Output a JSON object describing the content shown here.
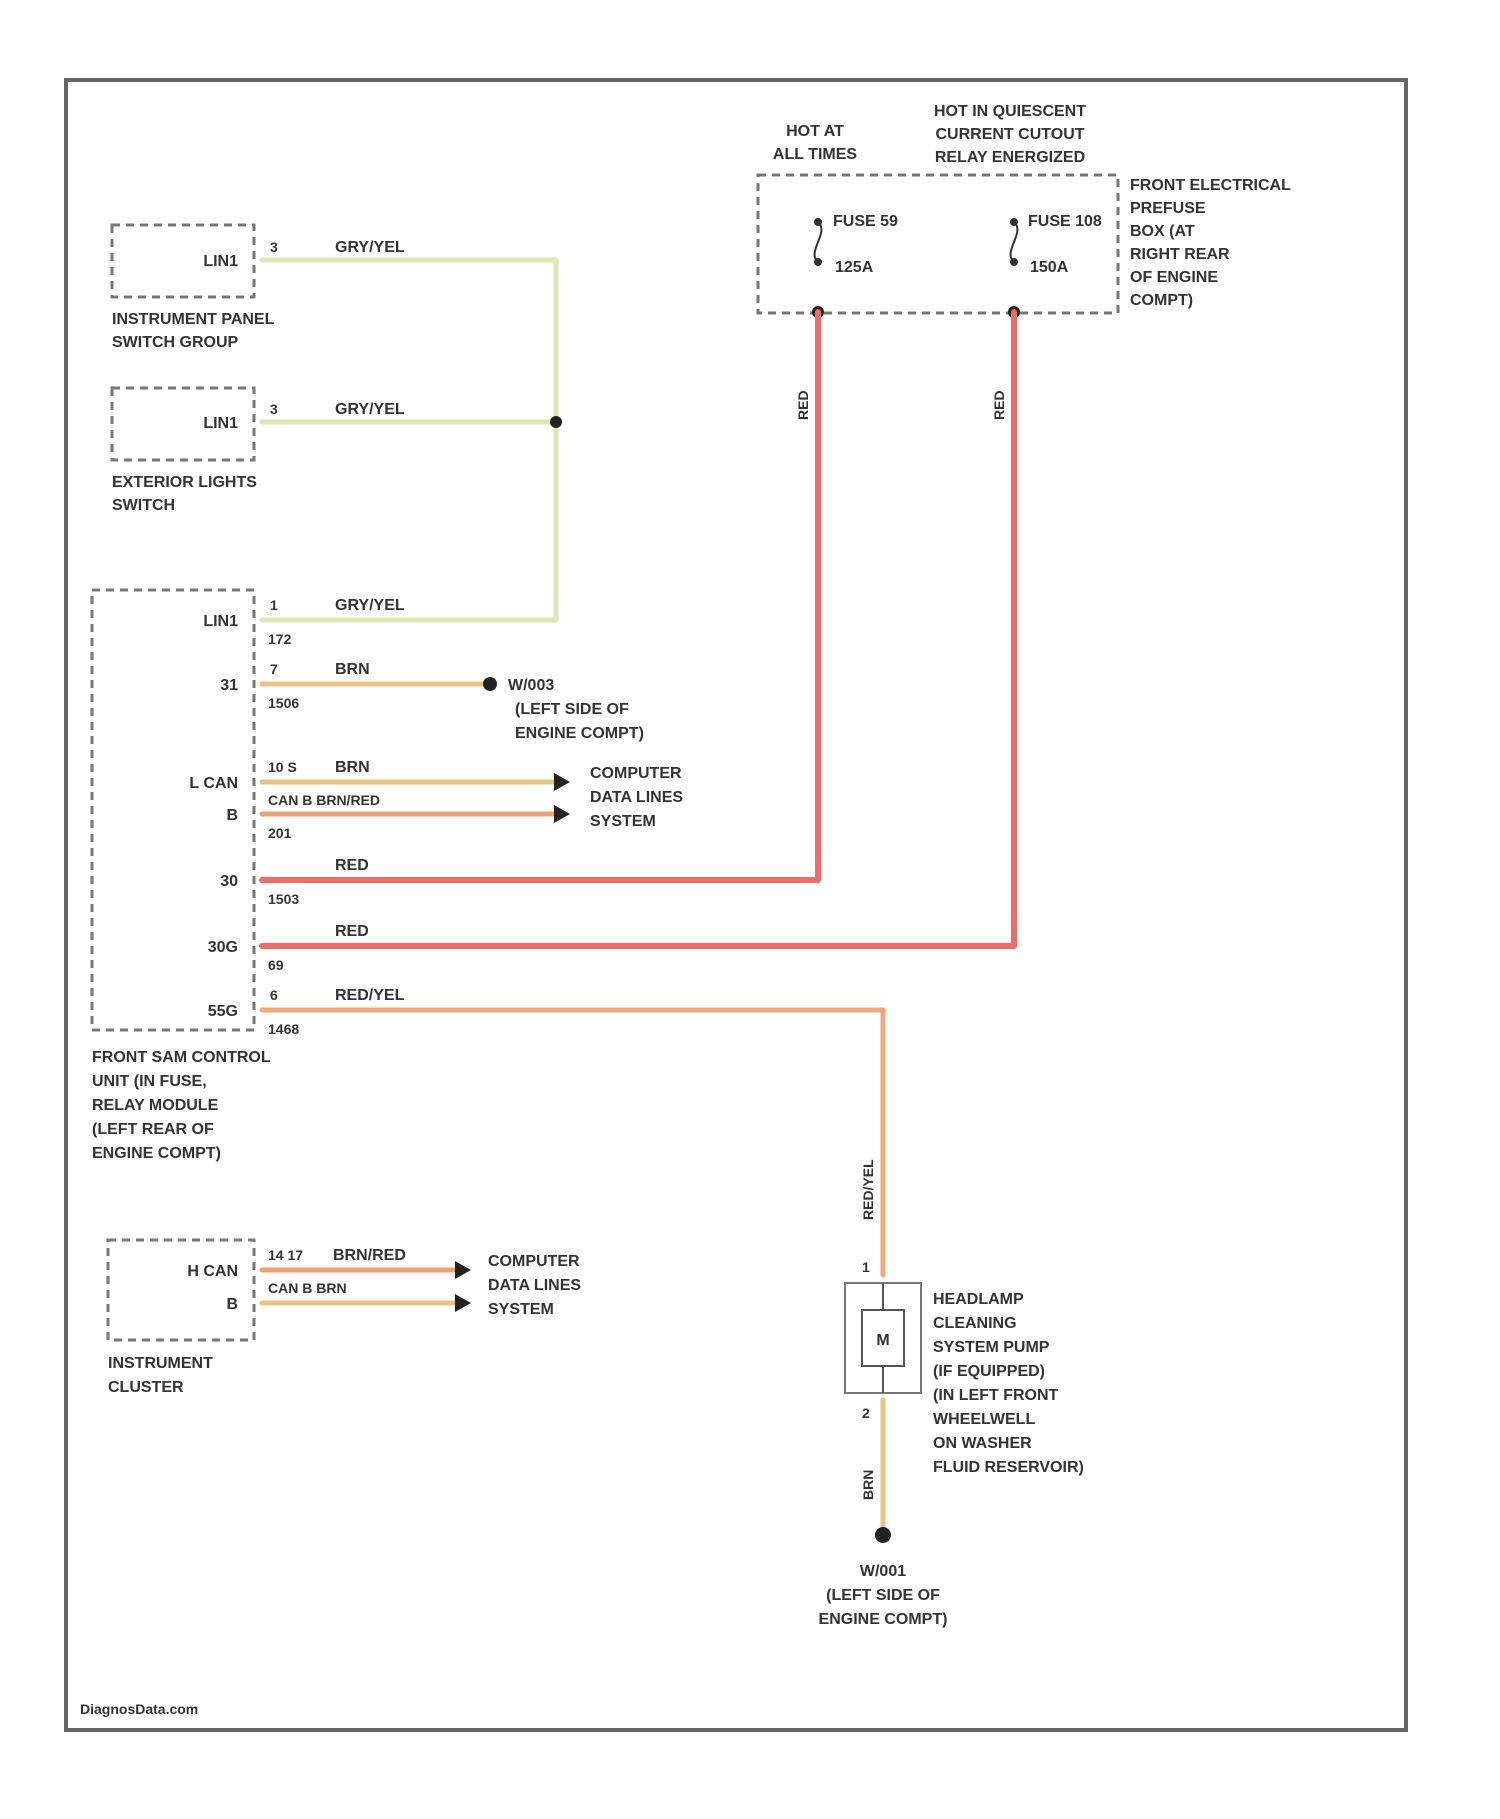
{
  "colors": {
    "gry_yel": "#dfe6b0",
    "brn": "#e8c47c",
    "brn_red": "#f0a070",
    "red": "#f26a6a",
    "red_yel": "#f4a878",
    "wire_shadow": "#c9a15a",
    "border": "#666666",
    "text": "#333333"
  },
  "power": {
    "hot_at_all_times": [
      "HOT AT",
      "ALL TIMES"
    ],
    "hot_in_quiescent": [
      "HOT IN QUIESCENT",
      "CURRENT CUTOUT",
      "RELAY ENERGIZED"
    ],
    "fuse_a_name": "FUSE 59",
    "fuse_a_rating": "125A",
    "fuse_b_name": "FUSE 108",
    "fuse_b_rating": "150A",
    "prefuse_box_label": [
      "FRONT ELECTRICAL",
      "PREFUSE",
      "BOX (AT",
      "RIGHT REAR",
      "OF ENGINE",
      "COMPT)"
    ],
    "wire_a_color": "RED",
    "wire_b_color": "RED"
  },
  "instrument_panel_switch": {
    "pin_name": "LIN1",
    "pin_no": "3",
    "wire": "GRY/YEL",
    "label": [
      "INSTRUMENT PANEL",
      "SWITCH GROUP"
    ]
  },
  "exterior_lights_switch": {
    "pin_name": "LIN1",
    "pin_no": "3",
    "wire": "GRY/YEL",
    "label": [
      "EXTERIOR LIGHTS",
      "SWITCH"
    ]
  },
  "sam_module": {
    "label": [
      "FRONT SAM CONTROL",
      "UNIT (IN FUSE,",
      "RELAY MODULE",
      "(LEFT REAR OF",
      "ENGINE COMPT)"
    ],
    "pins": [
      {
        "name": "LIN1",
        "no": "1",
        "circuit": "172",
        "wire": "GRY/YEL"
      },
      {
        "name": "31",
        "no": "7",
        "circuit": "1506",
        "wire": "BRN"
      },
      {
        "name": "L CAN",
        "no": "10 S",
        "circuit": "",
        "wire": "BRN"
      },
      {
        "name": "B",
        "no": "",
        "circuit": "201",
        "wire": "CAN B BRN/RED"
      },
      {
        "name": "30",
        "no": "",
        "circuit": "1503",
        "wire": "RED"
      },
      {
        "name": "30G",
        "no": "",
        "circuit": "69",
        "wire": "RED"
      },
      {
        "name": "55G",
        "no": "6",
        "circuit": "1468",
        "wire": "RED/YEL"
      }
    ]
  },
  "ground_upper": [
    "W/003",
    "(LEFT SIDE OF",
    "ENGINE COMPT)"
  ],
  "data_lines_upper": [
    "COMPUTER",
    "DATA LINES",
    "SYSTEM"
  ],
  "instrument_cluster": {
    "label": [
      "INSTRUMENT",
      "CLUSTER"
    ],
    "pins": [
      {
        "name": "H CAN",
        "no": "14 17",
        "wire": "BRN/RED"
      },
      {
        "name": "B",
        "no": "",
        "wire": "CAN B BRN"
      }
    ]
  },
  "data_lines_lower": [
    "COMPUTER",
    "DATA LINES",
    "SYSTEM"
  ],
  "pump": {
    "symbol": "M",
    "pin_top": "1",
    "pin_bottom": "2",
    "wire_in": "RED/YEL",
    "wire_out": "BRN",
    "label": [
      "HEADLAMP",
      "CLEANING",
      "SYSTEM PUMP",
      "(IF EQUIPPED)",
      "(IN LEFT FRONT",
      "WHEELWELL",
      "ON WASHER",
      "FLUID RESERVOIR)"
    ]
  },
  "ground_lower": [
    "W/001",
    "(LEFT SIDE OF",
    "ENGINE COMPT)"
  ],
  "footer": "DiagnosData.com"
}
